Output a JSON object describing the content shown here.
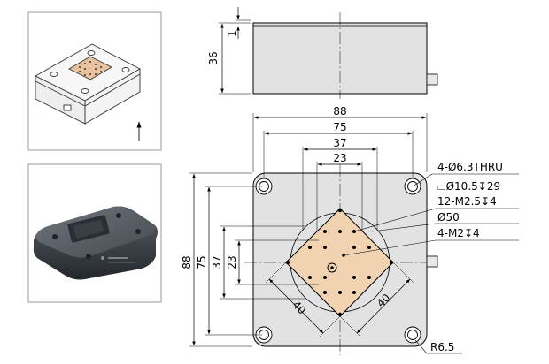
{
  "side_view": {
    "height": "36",
    "offset": "1"
  },
  "top_view": {
    "outer_width": "88",
    "hole_pitch": "75",
    "mid_width": "37",
    "inner_width": "23",
    "outer_height": "88",
    "hole_pitch_v": "75",
    "mid_height": "37",
    "inner_height": "23",
    "diag_a": "40",
    "diag_b": "40",
    "radius": "R6.5"
  },
  "callouts": {
    "mount_holes": "4-Ø6.3THRU",
    "counterbore": "⌴Ø10.5↧29",
    "tapped": "12-M2.5↧4",
    "bore": "Ø50",
    "center_taps": "4-M2↧4"
  },
  "colors": {
    "plate": "#f1d2b1",
    "body": "#e2e2e2",
    "line": "#000000",
    "frame": "#9a9a9a"
  }
}
